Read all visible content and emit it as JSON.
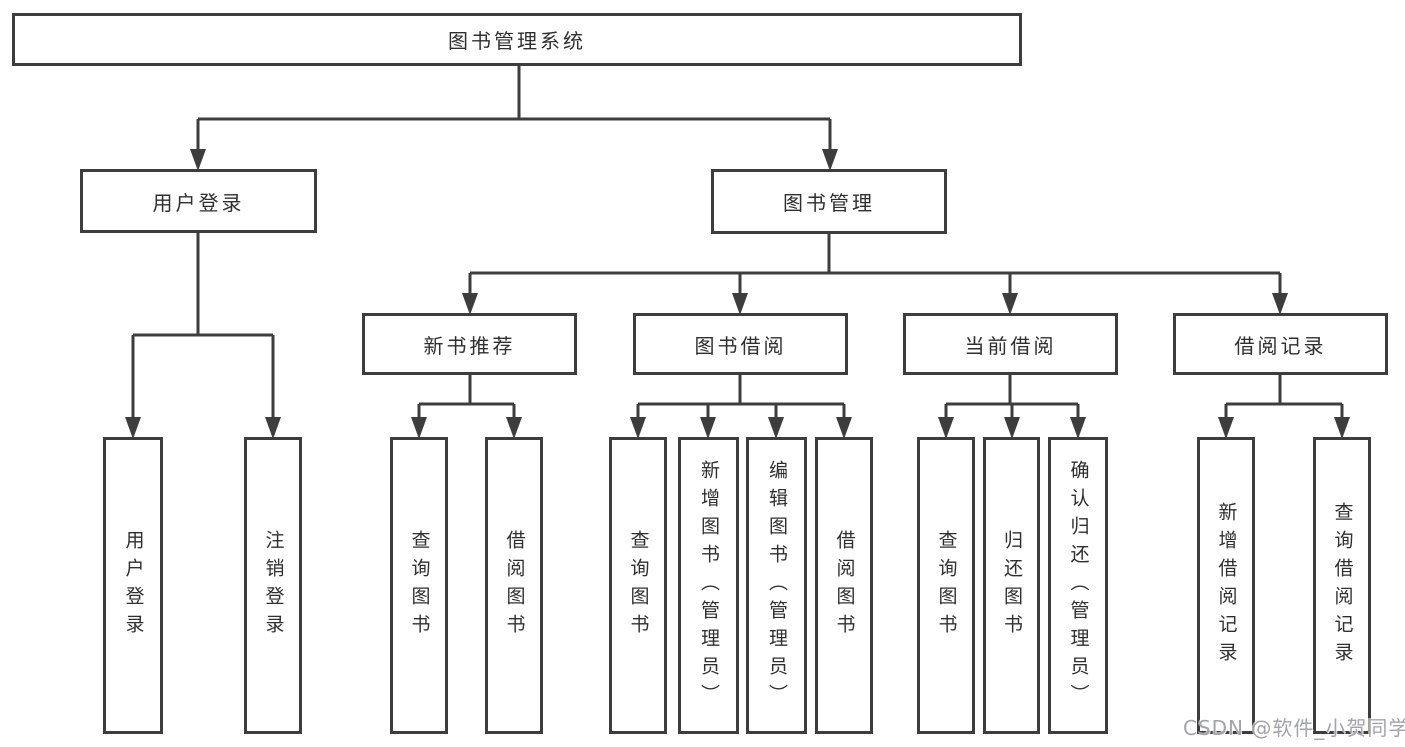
{
  "tree": {
    "root": {
      "label": "图书管理系统"
    },
    "children": [
      {
        "label": "用户登录",
        "children": [
          {
            "label": "用户登录"
          },
          {
            "label": "注销登录"
          }
        ]
      },
      {
        "label": "图书管理",
        "children": [
          {
            "label": "新书推荐",
            "children": [
              {
                "label": "查询图书"
              },
              {
                "label": "借阅图书"
              }
            ]
          },
          {
            "label": "图书借阅",
            "children": [
              {
                "label": "查询图书"
              },
              {
                "label": "新增图书（管理员）"
              },
              {
                "label": "编辑图书（管理员）"
              },
              {
                "label": "借阅图书"
              }
            ]
          },
          {
            "label": "当前借阅",
            "children": [
              {
                "label": "查询图书"
              },
              {
                "label": "归还图书"
              },
              {
                "label": "确认归还（管理员）"
              }
            ]
          },
          {
            "label": "借阅记录",
            "children": [
              {
                "label": "新增借阅记录"
              },
              {
                "label": "查询借阅记录"
              }
            ]
          }
        ]
      }
    ]
  },
  "watermark": {
    "text": "CSDN @软件_小贺同学"
  },
  "style": {
    "line_color": "#3d3d3d",
    "box_background": "#ffffff",
    "text_color": "#2f2f2f",
    "watermark_color": "#a3a3ab"
  }
}
